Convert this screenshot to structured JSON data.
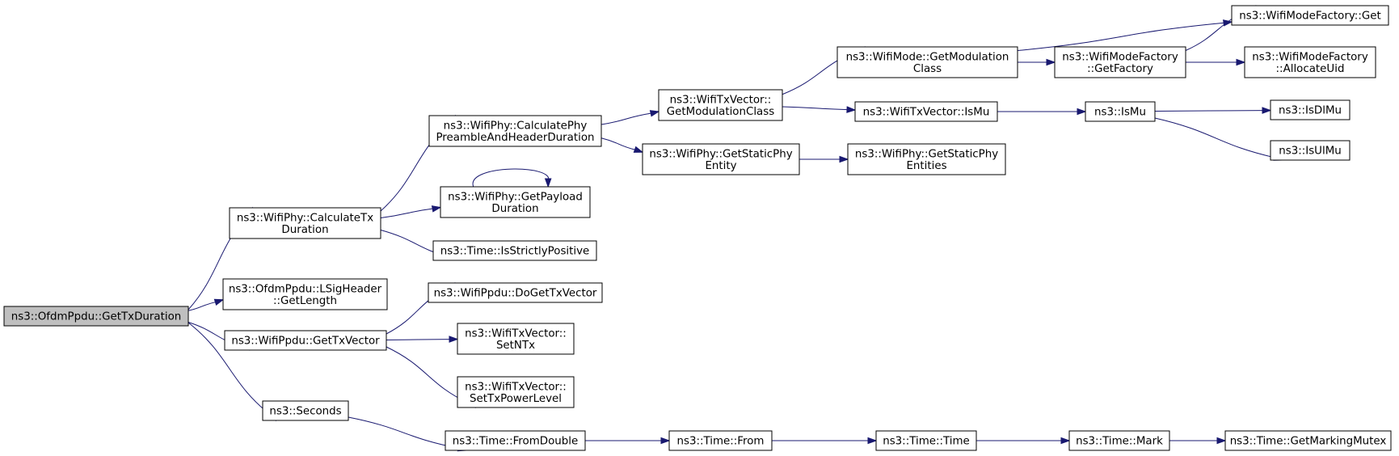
{
  "diagram": {
    "nodes": {
      "n_get_tx_duration": {
        "lines": [
          "ns3::OfdmPpdu::GetTxDuration"
        ],
        "highlighted": true
      },
      "n_calc_tx_duration": {
        "lines": [
          "ns3::WifiPhy::CalculateTx",
          "Duration"
        ]
      },
      "n_lsig_get_length": {
        "lines": [
          "ns3::OfdmPpdu::LSigHeader",
          "::GetLength"
        ]
      },
      "n_ppdu_get_txvector": {
        "lines": [
          "ns3::WifiPpdu::GetTxVector"
        ]
      },
      "n_seconds": {
        "lines": [
          "ns3::Seconds"
        ]
      },
      "n_calc_preamble": {
        "lines": [
          "ns3::WifiPhy::CalculatePhy",
          "PreambleAndHeaderDuration"
        ]
      },
      "n_get_payload": {
        "lines": [
          "ns3::WifiPhy::GetPayload",
          "Duration"
        ]
      },
      "n_is_strictly_positive": {
        "lines": [
          "ns3::Time::IsStrictlyPositive"
        ]
      },
      "n_do_get_txvector": {
        "lines": [
          "ns3::WifiPpdu::DoGetTxVector"
        ]
      },
      "n_set_ntx": {
        "lines": [
          "ns3::WifiTxVector::",
          "SetNTx"
        ]
      },
      "n_set_txpower": {
        "lines": [
          "ns3::WifiTxVector::",
          "SetTxPowerLevel"
        ]
      },
      "n_from_double": {
        "lines": [
          "ns3::Time::FromDouble"
        ]
      },
      "n_txv_get_modclass": {
        "lines": [
          "ns3::WifiTxVector::",
          "GetModulationClass"
        ]
      },
      "n_get_static_entity": {
        "lines": [
          "ns3::WifiPhy::GetStaticPhy",
          "Entity"
        ]
      },
      "n_time_from": {
        "lines": [
          "ns3::Time::From"
        ]
      },
      "n_mode_get_modclass": {
        "lines": [
          "ns3::WifiMode::GetModulation",
          "Class"
        ]
      },
      "n_txv_is_mu": {
        "lines": [
          "ns3::WifiTxVector::IsMu"
        ]
      },
      "n_get_static_entities": {
        "lines": [
          "ns3::WifiPhy::GetStaticPhy",
          "Entities"
        ]
      },
      "n_time_time": {
        "lines": [
          "ns3::Time::Time"
        ]
      },
      "n_factory_get_factory": {
        "lines": [
          "ns3::WifiModeFactory",
          "::GetFactory"
        ]
      },
      "n_is_mu": {
        "lines": [
          "ns3::IsMu"
        ]
      },
      "n_time_mark": {
        "lines": [
          "ns3::Time::Mark"
        ]
      },
      "n_factory_get": {
        "lines": [
          "ns3::WifiModeFactory::Get"
        ]
      },
      "n_factory_alloc_uid": {
        "lines": [
          "ns3::WifiModeFactory",
          "::AllocateUid"
        ]
      },
      "n_is_dl_mu": {
        "lines": [
          "ns3::IsDlMu"
        ]
      },
      "n_is_ul_mu": {
        "lines": [
          "ns3::IsUlMu"
        ]
      },
      "n_get_marking_mutex": {
        "lines": [
          "ns3::Time::GetMarkingMutex"
        ]
      }
    },
    "edges": [
      [
        "n_get_tx_duration",
        "n_calc_tx_duration"
      ],
      [
        "n_get_tx_duration",
        "n_lsig_get_length"
      ],
      [
        "n_get_tx_duration",
        "n_ppdu_get_txvector"
      ],
      [
        "n_get_tx_duration",
        "n_seconds"
      ],
      [
        "n_calc_tx_duration",
        "n_calc_preamble"
      ],
      [
        "n_calc_tx_duration",
        "n_get_payload"
      ],
      [
        "n_calc_tx_duration",
        "n_is_strictly_positive"
      ],
      [
        "n_calc_preamble",
        "n_txv_get_modclass"
      ],
      [
        "n_calc_preamble",
        "n_get_static_entity"
      ],
      [
        "n_get_payload",
        "n_get_payload"
      ],
      [
        "n_txv_get_modclass",
        "n_mode_get_modclass"
      ],
      [
        "n_txv_get_modclass",
        "n_txv_is_mu"
      ],
      [
        "n_get_static_entity",
        "n_get_static_entities"
      ],
      [
        "n_mode_get_modclass",
        "n_factory_get"
      ],
      [
        "n_mode_get_modclass",
        "n_factory_get_factory"
      ],
      [
        "n_factory_get_factory",
        "n_factory_get"
      ],
      [
        "n_factory_get_factory",
        "n_factory_alloc_uid"
      ],
      [
        "n_txv_is_mu",
        "n_is_mu"
      ],
      [
        "n_is_mu",
        "n_is_dl_mu"
      ],
      [
        "n_is_mu",
        "n_is_ul_mu"
      ],
      [
        "n_ppdu_get_txvector",
        "n_do_get_txvector"
      ],
      [
        "n_ppdu_get_txvector",
        "n_set_ntx"
      ],
      [
        "n_ppdu_get_txvector",
        "n_set_txpower"
      ],
      [
        "n_seconds",
        "n_from_double"
      ],
      [
        "n_from_double",
        "n_time_from"
      ],
      [
        "n_time_from",
        "n_time_time"
      ],
      [
        "n_time_time",
        "n_time_mark"
      ],
      [
        "n_time_mark",
        "n_get_marking_mutex"
      ]
    ]
  }
}
